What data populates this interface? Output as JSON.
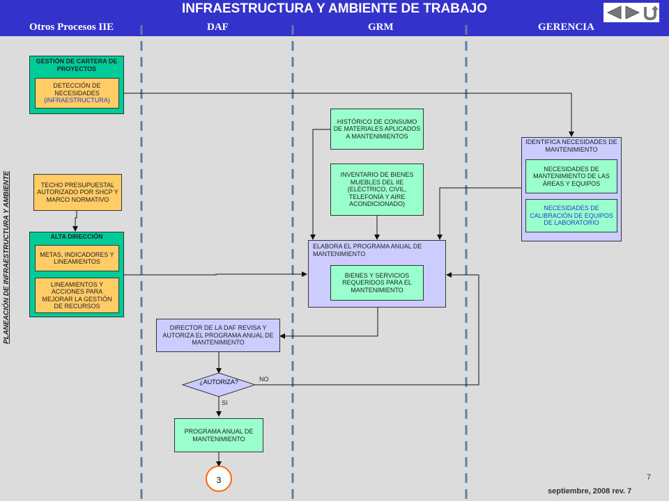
{
  "header": {
    "title": "INFRAESTRUCTURA Y AMBIENTE DE TRABAJO",
    "lanes": [
      "Otros Procesos IIE",
      "DAF",
      "GRM",
      "GERENCIA"
    ]
  },
  "side_label": "PLANEACIÓN DE INFRAESTRUCTURA Y AMBIENTE",
  "nodes": {
    "gestion_cartera": "GESTIÓN DE CARTERA DE PROYECTOS",
    "deteccion_1": "DETECCIÓN DE NECESIDADES",
    "deteccion_2": "(INFRAESTRUCTURA)",
    "techo": "TECHO PRESUPUESTAL AUTORIZADO POR SHCP Y MARCO NORMATIVO",
    "alta_direccion": "ALTA DIRECCIÓN",
    "metas": "METAS, INDICADORES Y LINEAMIENTOS",
    "lineamientos": "LINEAMIENTOS Y ACCIONES PARA MEJORAR LA GESTIÓN DE RECURSOS",
    "historico": "HISTÓRICO DE CONSUMO DE MATERIALES APLICADOS A MANTENIMIENTOS",
    "inventario": "INVENTARIO DE BIENES MUEBLES DEL IIE (ELÉCTRICO, CIVIL, TELEFONÍA Y AIRE ACONDICIONADO)",
    "elabora": "ELABORA EL PROGRAMA ANUAL DE MANTENIMIENTO",
    "bienes": "BIENES Y SERVICIOS REQUERIDOS PARA EL MANTENIMIENTO",
    "identifica": "IDENTIFICA NECESIDADES DE MANTENIMIENTO",
    "nec_areas": "NECESIDADES DE MANTENIMIENTO DE LAS ÁREAS Y EQUIPOS",
    "nec_calibracion": "NECESIDADES DE CALIBRACIÓN DE EQUIPOS DE LABORATORIO",
    "director": "DIRECTOR DE LA DAF REVISA Y AUTORIZA EL PROGRAMA ANUAL DE MANTENIMIENTO",
    "autoriza": "¿AUTORIZA?",
    "no": "NO",
    "si": "SI",
    "programa": "PROGRAMA ANUAL DE MANTENIMIENTO",
    "connector": "3"
  },
  "footer": {
    "page": "7",
    "date": "septiembre, 2008   rev. 7"
  },
  "colors": {
    "header": "#3333cc",
    "container_green": "#00cc99",
    "container_lavender": "#ccccff",
    "box_orange": "#ffcc66",
    "box_mint": "#99ffcc",
    "lane_divider": "#5a7fa8",
    "blue_text": "#1f3fd0"
  },
  "icons": {
    "back": "triangle-left-icon",
    "forward": "triangle-right-icon",
    "return": "u-turn-icon"
  }
}
